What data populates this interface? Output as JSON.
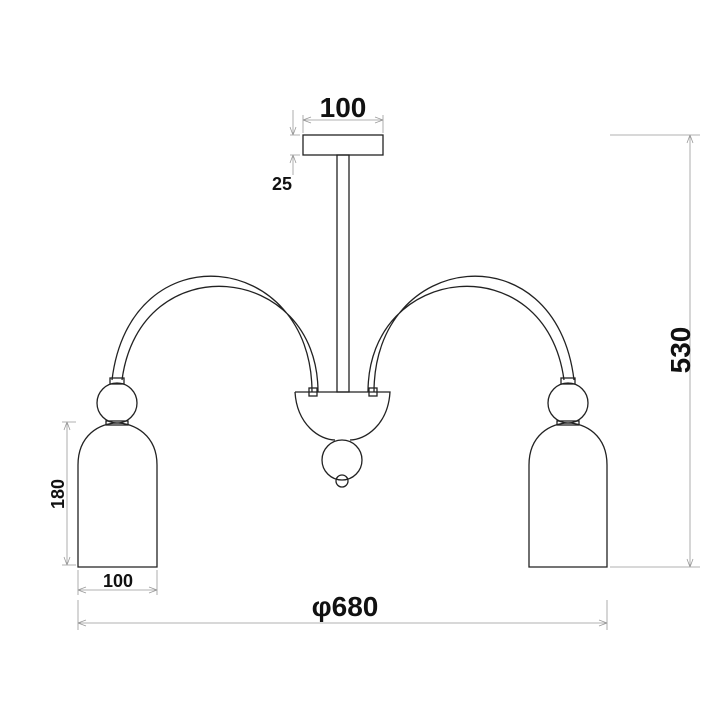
{
  "dimensions": {
    "canopy_width": "100",
    "canopy_height": "25",
    "total_height": "530",
    "total_diameter": "φ680",
    "shade_height": "180",
    "shade_width": "100"
  },
  "colors": {
    "line": "#222222",
    "dimension_line": "#999999"
  }
}
